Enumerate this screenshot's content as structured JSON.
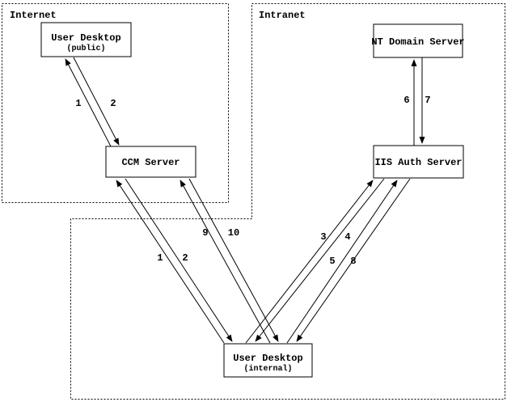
{
  "zones": {
    "internet": {
      "label": "Internet"
    },
    "intranet": {
      "label": "Intranet"
    }
  },
  "nodes": {
    "user_desktop_public": {
      "title": "User Desktop",
      "subtitle": "(public)"
    },
    "nt_domain_server": {
      "title": "NT Domain Server"
    },
    "ccm_server": {
      "title": "CCM Server"
    },
    "iis_auth_server": {
      "title": "IIS Auth Server"
    },
    "user_desktop_internal": {
      "title": "User Desktop",
      "subtitle": "(internal)"
    }
  },
  "flow_labels": {
    "public_ccm": {
      "step_up": "1",
      "step_down": "2"
    },
    "nt_iis": {
      "step_up": "6",
      "step_down": "7"
    },
    "ccm_internal_a": {
      "step_up": "1",
      "step_down": "2"
    },
    "ccm_internal_b": {
      "step_up": "9",
      "step_down": "10"
    },
    "iis_internal_a": {
      "step_up": "3",
      "step_down": "4"
    },
    "iis_internal_b": {
      "step_up": "5",
      "step_down": "8"
    }
  },
  "colors": {
    "line": "#000000",
    "background": "#ffffff",
    "box_fill": "#ffffff"
  }
}
